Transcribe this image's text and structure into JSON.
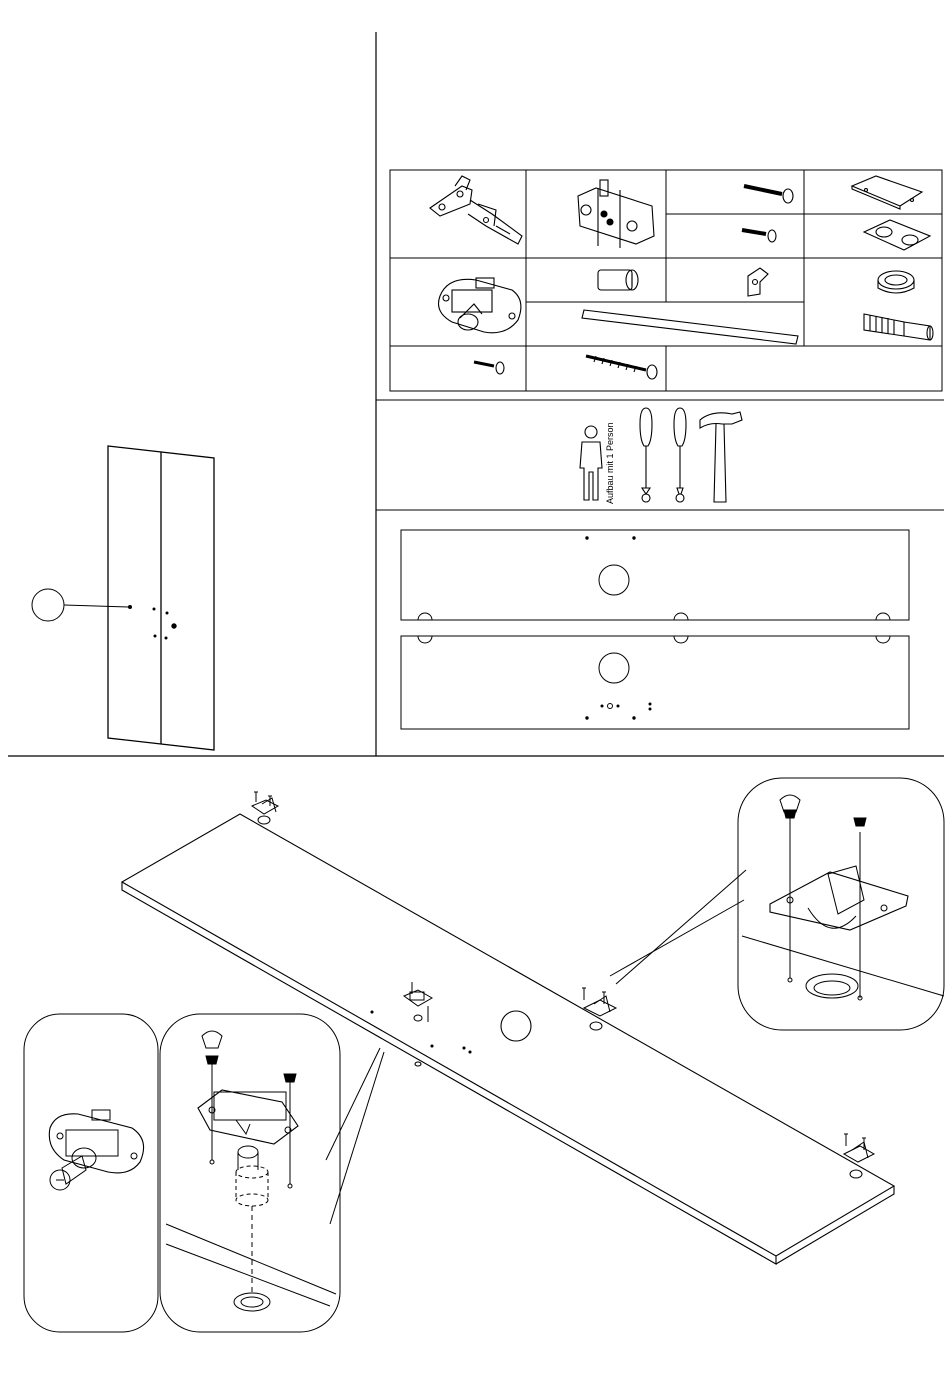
{
  "tools": {
    "assembly_label": "Aufbau mit 1 Person",
    "icons": [
      "person-icon",
      "phillips-screwdriver-icon",
      "flat-screwdriver-icon",
      "hammer-icon"
    ]
  },
  "hardware_table": {
    "parts": [
      "concealed-hinge",
      "hinge-mounting-plate",
      "round-head-screw-large",
      "cover-plate",
      "round-head-screw-small",
      "double-cap-plate",
      "cam-lock-body",
      "lock-cylinder",
      "lock-cam",
      "plastic-grommet",
      "metal-rod",
      "threaded-dowel",
      "short-wood-screw",
      "long-wood-screw"
    ]
  },
  "panel_plan": {
    "panels": [
      "front-panel-top",
      "front-panel-bottom"
    ]
  }
}
